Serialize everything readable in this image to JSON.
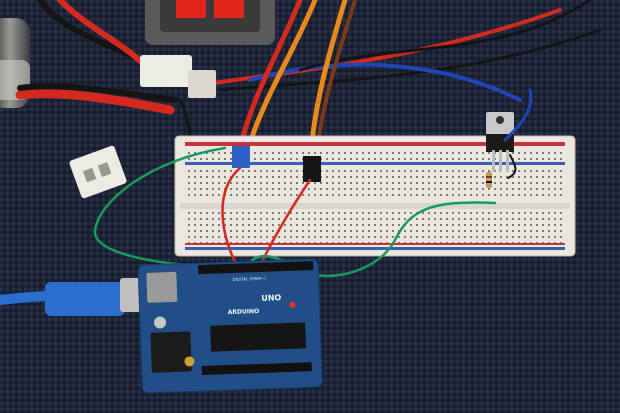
{
  "board": {
    "logo_text": "ARDUINO",
    "model_text": "UNO",
    "digital_label": "DIGITAL (PWM~)"
  },
  "colors": {
    "carpet": "#1c2436",
    "breadboard": "#e9e7df",
    "rail_red": "#c8323a",
    "rail_blue": "#3a5fb0",
    "arduino_pcb": "#1f4f86",
    "usb_cable": "#2a6fd0",
    "wire_red": "#d42a1e",
    "wire_black": "#141414",
    "wire_blue": "#2146b8",
    "wire_green": "#1a9a5a",
    "wire_orange": "#e8891c",
    "connector_blue": "#2d63c8",
    "led_red": "#ff2a1a"
  }
}
